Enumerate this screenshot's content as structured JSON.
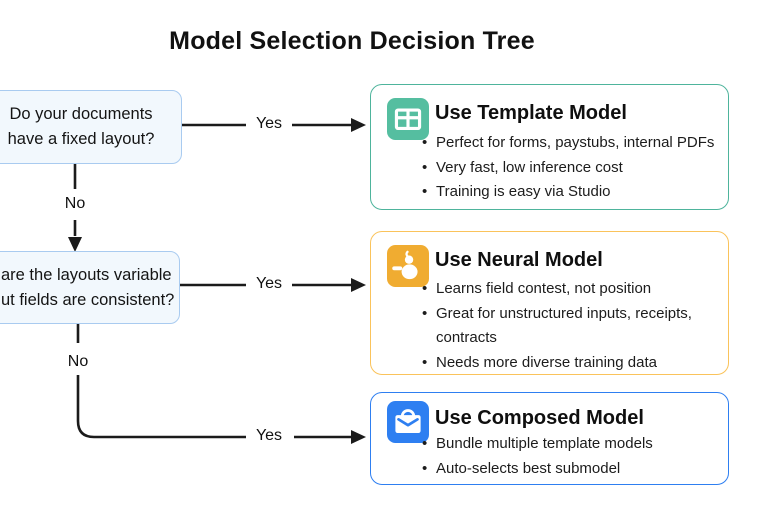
{
  "title": "Model Selection Decision Tree",
  "connectors": {
    "yes": "Yes",
    "no": "No"
  },
  "decisions": [
    {
      "line1": "Do your documents",
      "line2": "have a fixed layout?"
    },
    {
      "line1": "are the layouts variable",
      "line2": "ut fields are consistent?"
    }
  ],
  "cards": [
    {
      "title": "Use Template Model",
      "icon": "table-grid-icon",
      "accent": "#4eb49c",
      "icon_bg": "#55bea0",
      "bullets": [
        "Perfect for forms, paystubs, internal PDFs",
        "Very fast, low inference cost",
        "Training is easy via Studio"
      ]
    },
    {
      "title": "Use Neural Model",
      "icon": "neural-brain-icon",
      "accent": "#fac35b",
      "icon_bg": "#f0ac31",
      "bullets": [
        "Learns field contest, not position",
        "Great for unstructured inputs, receipts, contracts",
        "Needs more diverse training data"
      ]
    },
    {
      "title": "Use Composed Model",
      "icon": "bundle-mail-icon",
      "accent": "#2e7ff1",
      "icon_bg": "#2e7ff1",
      "bullets": [
        "Bundle multiple template models",
        "Auto-selects best submodel"
      ]
    }
  ],
  "style": {
    "decision_box_fill": "#f2f8fd",
    "decision_box_border": "#a9cbf0",
    "arrow_color": "#1b1b1b",
    "text_color": "#131313"
  }
}
